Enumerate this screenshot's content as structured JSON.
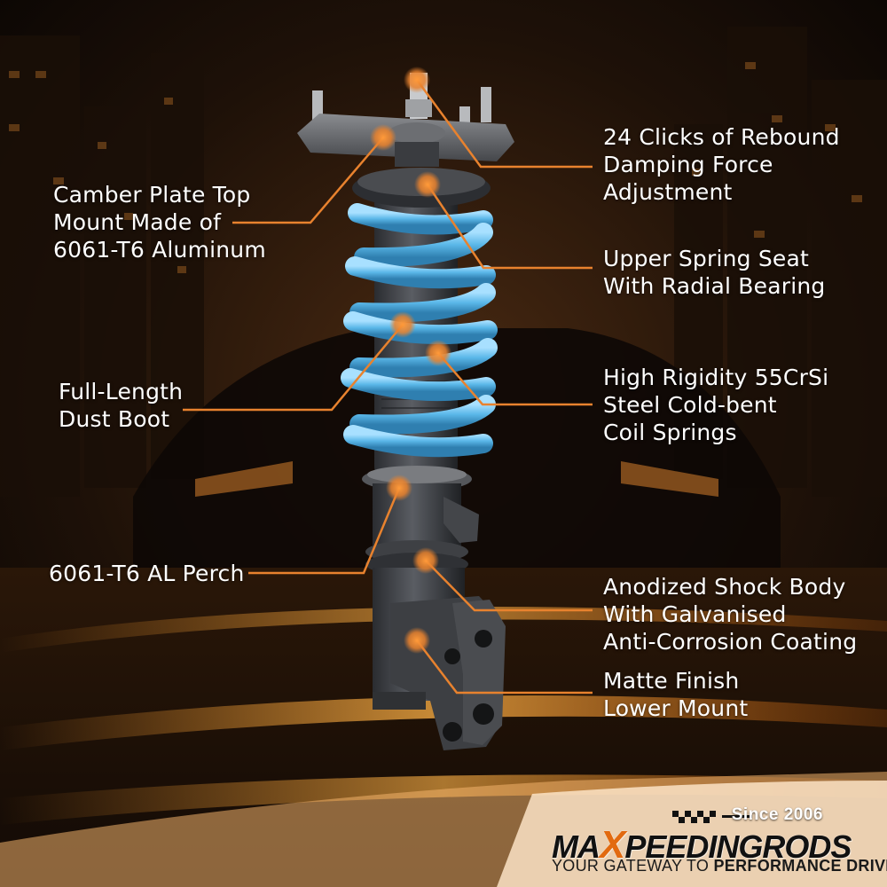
{
  "colors": {
    "accent": "#e8822e",
    "spring": "#5ab7e8",
    "shock_body": "#3a3c40",
    "text": "#ffffff"
  },
  "callouts": {
    "camber_plate": [
      "Camber Plate Top",
      "Mount Made of",
      "6061-T6 Aluminum"
    ],
    "clicks": [
      "24 Clicks of Rebound",
      "Damping Force",
      "Adjustment"
    ],
    "spring_seat": [
      "Upper Spring Seat",
      "With Radial Bearing"
    ],
    "dust_boot": [
      "Full-Length",
      "Dust Boot"
    ],
    "springs": [
      "High Rigidity 55CrSi",
      "Steel Cold-bent",
      "Coil Springs"
    ],
    "perch": [
      "6061-T6 AL Perch"
    ],
    "shock_body": [
      "Anodized Shock Body",
      "With Galvanised",
      "Anti-Corrosion Coating"
    ],
    "lower_mount": [
      "Matte Finish",
      "Lower Mount"
    ]
  },
  "brand": {
    "since": "Since 2006",
    "logo_prefix": "MA",
    "logo_x": "X",
    "logo_suffix": "PEEDINGRODS",
    "tagline_prefix": "YOUR GATEWAY TO ",
    "tagline_bold": "PERFORMANCE DRIVING"
  },
  "icons": [
    "callout-dot-icon",
    "checkered-flag-icon"
  ]
}
